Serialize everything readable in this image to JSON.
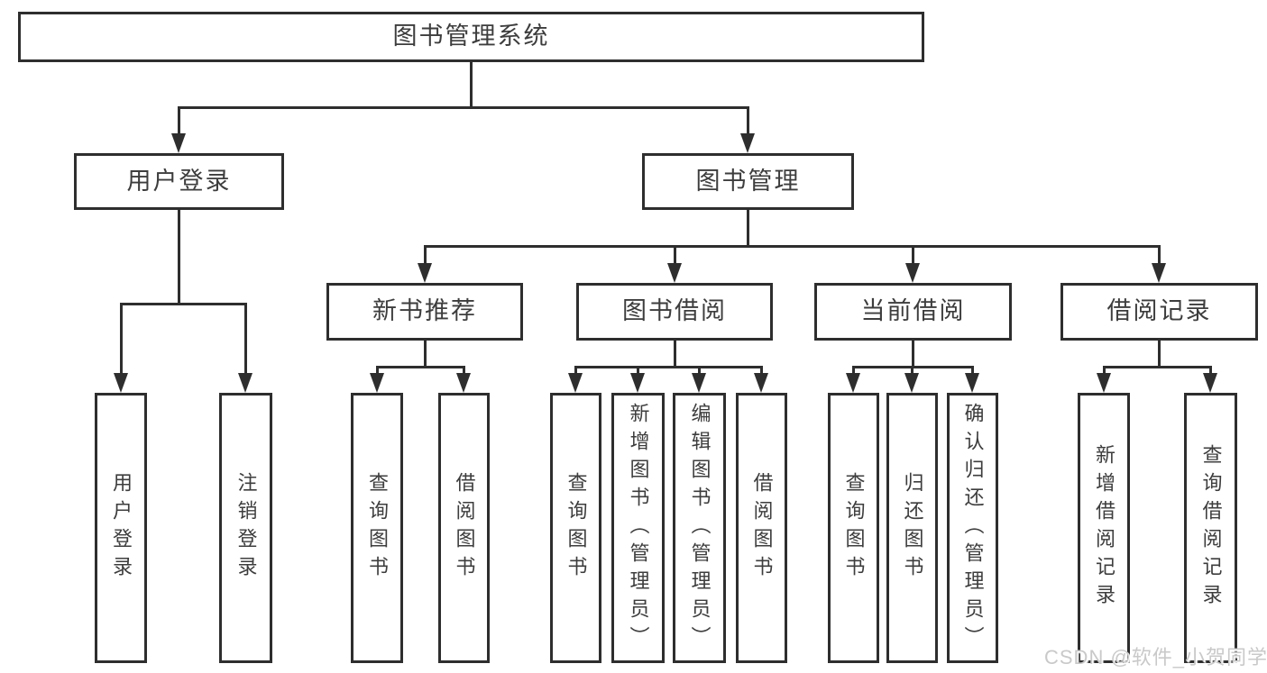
{
  "diagram_title": "图书管理系统",
  "nodes": {
    "root": {
      "label": "图书管理系统"
    },
    "user_login": {
      "label": "用户登录"
    },
    "book_mgmt": {
      "label": "图书管理"
    },
    "new_book_rec": {
      "label": "新书推荐"
    },
    "book_borrow": {
      "label": "图书借阅"
    },
    "current_borrow": {
      "label": "当前借阅"
    },
    "borrow_records": {
      "label": "借阅记录"
    },
    "login": {
      "label": "用户登录"
    },
    "logout": {
      "label": "注销登录"
    },
    "rec_query_books": {
      "label": "查询图书"
    },
    "rec_borrow_books": {
      "label": "借阅图书"
    },
    "bb_query_books": {
      "label": "查询图书"
    },
    "bb_add_books": {
      "label": "新增图书（管理员）"
    },
    "bb_edit_books": {
      "label": "编辑图书（管理员）"
    },
    "bb_borrow_books": {
      "label": "借阅图书"
    },
    "cb_query_books": {
      "label": "查询图书"
    },
    "cb_return_books": {
      "label": "归还图书"
    },
    "cb_confirm_return": {
      "label": "确认归还（管理员）"
    },
    "br_add_record": {
      "label": "新增借阅记录"
    },
    "br_query_record": {
      "label": "查询借阅记录"
    }
  },
  "hierarchy": {
    "root": [
      "user_login",
      "book_mgmt"
    ],
    "user_login": [
      "login",
      "logout"
    ],
    "book_mgmt": [
      "new_book_rec",
      "book_borrow",
      "current_borrow",
      "borrow_records"
    ],
    "new_book_rec": [
      "rec_query_books",
      "rec_borrow_books"
    ],
    "book_borrow": [
      "bb_query_books",
      "bb_add_books",
      "bb_edit_books",
      "bb_borrow_books"
    ],
    "current_borrow": [
      "cb_query_books",
      "cb_return_books",
      "cb_confirm_return"
    ],
    "borrow_records": [
      "br_add_record",
      "br_query_record"
    ]
  },
  "watermark": {
    "text": "CSDN @软件_小贺同学"
  },
  "colors": {
    "line": "#2e2e2e",
    "text": "#3d3d3d",
    "box_background": "#ffffff",
    "page_background": "#ffffff",
    "watermark_text": "#c9c9c9"
  }
}
